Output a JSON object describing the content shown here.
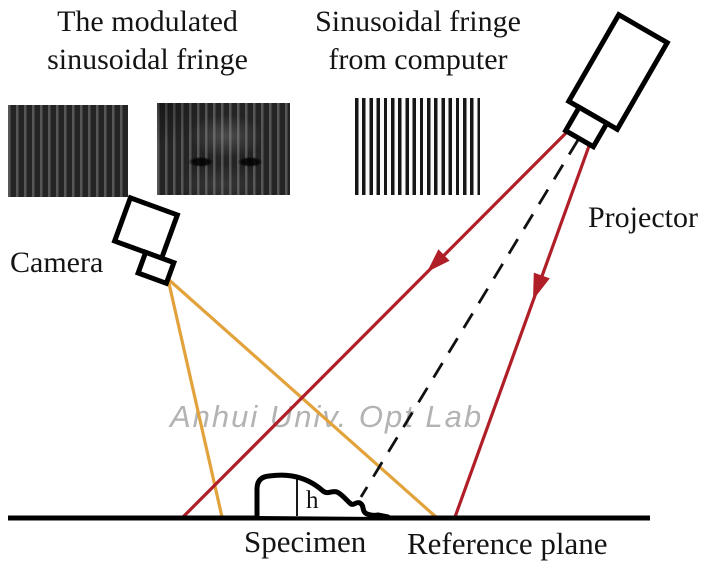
{
  "titles": {
    "modulated": {
      "line1": "The modulated",
      "line2": "sinusoidal fringe"
    },
    "computer": {
      "line1": "Sinusoidal fringe",
      "line2": "from computer"
    }
  },
  "labels": {
    "projector": "Projector",
    "camera": "Camera",
    "specimen": "Specimen",
    "reference_plane": "Reference plane",
    "height_marker": "h"
  },
  "watermark": "Anhui Univ. Opt Lab",
  "colors": {
    "projection_ray": "#B01E28",
    "camera_ray": "#E2A23C",
    "outline": "#000000",
    "watermark_text": "#b3b3b3"
  },
  "images": {
    "modulated_fringe_plain": "dark sinusoidal fringe pattern",
    "modulated_fringe_object": "dark sinusoidal fringe pattern modulated by object (face)",
    "computer_fringe": "black-and-white sinusoidal fringe pattern from computer"
  }
}
